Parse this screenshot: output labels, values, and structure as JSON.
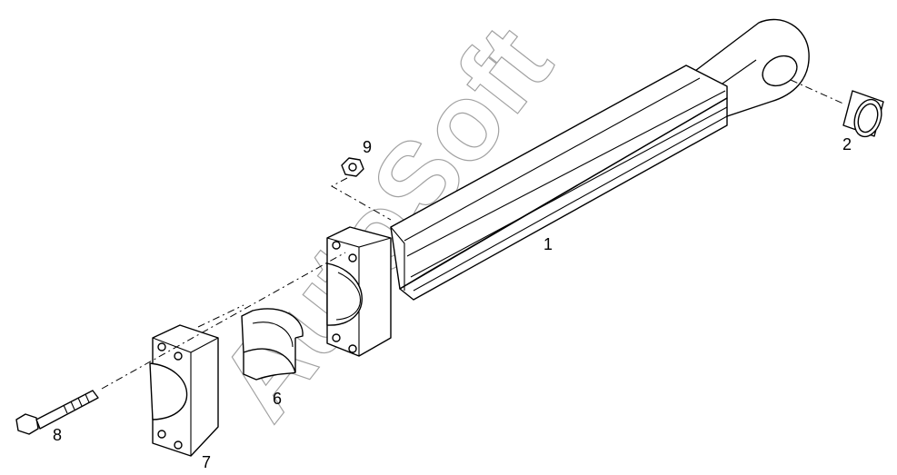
{
  "watermark": "AutoSoft",
  "callouts": {
    "p1": "1",
    "p2": "2",
    "p6": "6",
    "p7": "7",
    "p8": "8",
    "p9": "9"
  },
  "parts": [
    {
      "id": "1",
      "name": "lift-arm"
    },
    {
      "id": "2",
      "name": "bushing"
    },
    {
      "id": "6",
      "name": "bearing-shell"
    },
    {
      "id": "7",
      "name": "clamp-half"
    },
    {
      "id": "8",
      "name": "bolt"
    },
    {
      "id": "9",
      "name": "nut"
    }
  ]
}
